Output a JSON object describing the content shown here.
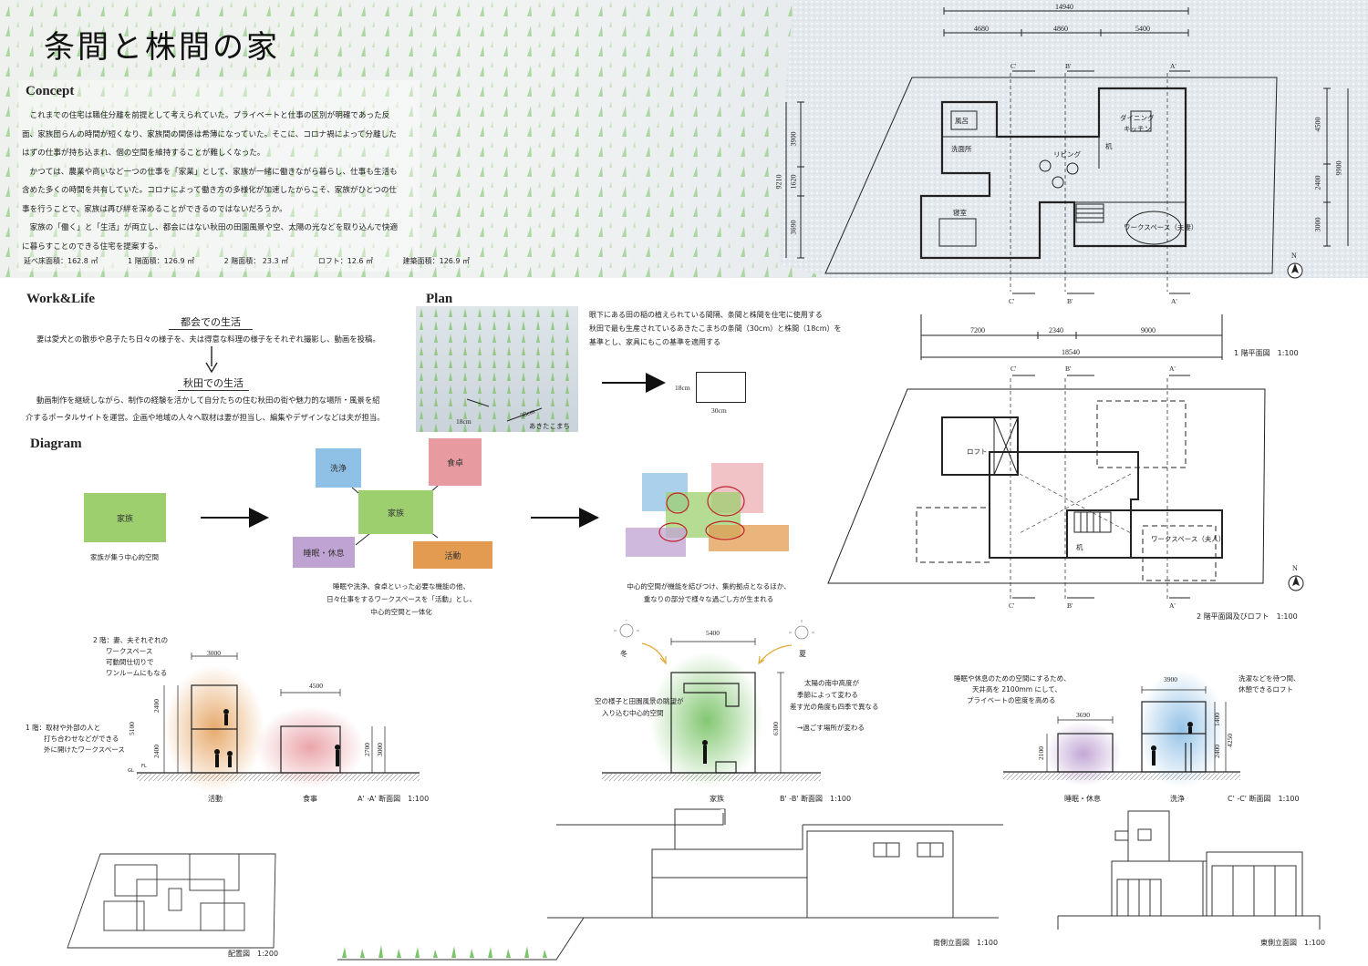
{
  "title": "条間と株間の家",
  "concept": {
    "heading": "Concept",
    "paragraphs": [
      "これまでの住宅は職住分離を前提として考えられていた。プライベートと仕事の区別が明確であった反面、家族団らんの時間が短くなり、家族間の関係は希薄になっていた。そこに、コロナ禍によって分離したはずの仕事が持ち込まれ、個の空間を維持することが難しくなった。",
      "かつては、農業や商いなど一つの仕事を「家業」として、家族が一緒に働きながら暮らし、仕事も生活も含めた多くの時間を共有していた。コロナによって働き方の多様化が加速したからこそ、家族がひとつの仕事を行うことで、家族は再び絆を深めることができるのではないだろうか。",
      "家族の「働く」と「生活」が両立し、都会にはない秋田の田園風景や空、太陽の光などを取り込んで快適に暮らすことのできる住宅を提案する。"
    ],
    "areas": [
      "延べ床面積：162.8 ㎡",
      "1 階面積：126.9 ㎡",
      "2 階面積： 23.3 ㎡",
      "ロフト：12.6 ㎡",
      "建築面積：126.9 ㎡"
    ]
  },
  "work_life": {
    "heading": "Work&Life",
    "city_title": "都会での生活",
    "city_text": "妻は愛犬との散歩や息子たち日々の様子を、夫は得意な料理の様子をそれぞれ撮影し、動画を投稿。",
    "akita_title": "秋田での生活",
    "akita_text_1": "動画制作を継続しながら、制作の経験を活かして自分たちの住む秋田の街や魅力的な場所・風景を紹",
    "akita_text_2": "介するポータルサイトを運営。企画や地域の人々へ取材は妻が担当し、編集やデザインなどは夫が担当。"
  },
  "plan": {
    "heading": "Plan",
    "photo_label_30": "30cm",
    "photo_label_18": "18cm",
    "photo_label_variety": "あきたこまち",
    "text": [
      "眼下にある田の稲の植えられている間隔、条間と株間を住宅に使用する",
      "秋田で最も生産されているあきたこまちの条間（30cm）と株間（18cm）を",
      "基準とし、家具にもこの基準を適用する"
    ],
    "module_h": "18cm",
    "module_w": "30cm"
  },
  "diagram": {
    "heading": "Diagram",
    "family": "家族",
    "caption1": "家族が集う中心的空間",
    "wash": "洗浄",
    "dining": "食卓",
    "sleep": "睡眠・休息",
    "activity": "活動",
    "caption2": [
      "睡眠や洗浄、食卓といった必要な機能の他、",
      "日々仕事をするワークスペースを「活動」とし、",
      "中心的空間と一体化"
    ],
    "caption3": [
      "中心的空間が機能を結びつけ、集約拠点となるほか、",
      "重なりの部分で様々な過ごし方が生まれる"
    ]
  },
  "floor1": {
    "dim_total_top": "14940",
    "dims_top": [
      "4680",
      "4860",
      "5400"
    ],
    "dims_left": [
      "3900",
      "1620",
      "3690"
    ],
    "dim_left_total": "9210",
    "dims_right": [
      "4500",
      "2400",
      "3000"
    ],
    "dim_right_total": "9900",
    "dims_bottom": [
      "7200",
      "2340",
      "9000"
    ],
    "dim_bottom_total": "18540",
    "rooms": [
      "風呂",
      "洗面所",
      "ダイニング",
      "キッチン",
      "リビング",
      "机",
      "寝室",
      "ワークスペース（夫妻）"
    ],
    "section_marks": [
      "C'",
      "B'",
      "A'"
    ],
    "caption": "1 階平面図　1:100"
  },
  "floor2": {
    "rooms": [
      "ロフト",
      "机",
      "ワークスペース（夫人）"
    ],
    "caption": "2 階平面図及びロフト　1:100"
  },
  "north": "N",
  "sectionA": {
    "note_2f": [
      "2 階：妻、夫それぞれの",
      "ワークスペース",
      "可動間仕切りで",
      "ワンルームにもなる"
    ],
    "note_1f": [
      "1 階：取材や外部の人と",
      "打ち合わせなどができる",
      "外に開けたワークスペース"
    ],
    "dims": [
      "3000",
      "4500",
      "5100",
      "2400",
      "2400",
      "2700",
      "3000"
    ],
    "label_activity": "活動",
    "label_meal": "食事",
    "caption": "A' -A' 断面図　1:100",
    "gl": "GL",
    "fl": "FL"
  },
  "sectionB": {
    "winter": "冬",
    "summer": "夏",
    "dim_top": "5400",
    "dim_h": "6300",
    "note_left": [
      "空の様子と田園風景の眺望が",
      "入り込む中心的空間"
    ],
    "note_right": [
      "太陽の南中高度が",
      "季節によって変わる",
      "差す光の角度も四季で異なる",
      "→過ごす場所が変わる"
    ],
    "label": "家族",
    "caption": "B' -B' 断面図　1:100"
  },
  "sectionC": {
    "note_left": [
      "睡眠や休息のための空間にするため、",
      "天井高を 2100mm にして、",
      "プライベートの密度を高める"
    ],
    "note_right": [
      "洗濯などを待つ間、",
      "休憩できるロフト"
    ],
    "dims": [
      "3690",
      "3900",
      "2100",
      "1400",
      "2400",
      "4250"
    ],
    "label_sleep": "睡眠・休息",
    "label_wash": "洗浄",
    "caption": "C' -C' 断面図　1:100"
  },
  "site": {
    "caption": "配置図　1:200"
  },
  "elev_south": {
    "caption": "南側立面図　1:100"
  },
  "elev_east": {
    "caption": "東側立面図　1:100"
  },
  "colors": {
    "family": "#9dcf6f",
    "wash": "#8fc0e6",
    "dining": "#e79aa0",
    "sleep": "#bfa3d3",
    "activity": "#e39b52",
    "sprout": "#7cc46a"
  }
}
